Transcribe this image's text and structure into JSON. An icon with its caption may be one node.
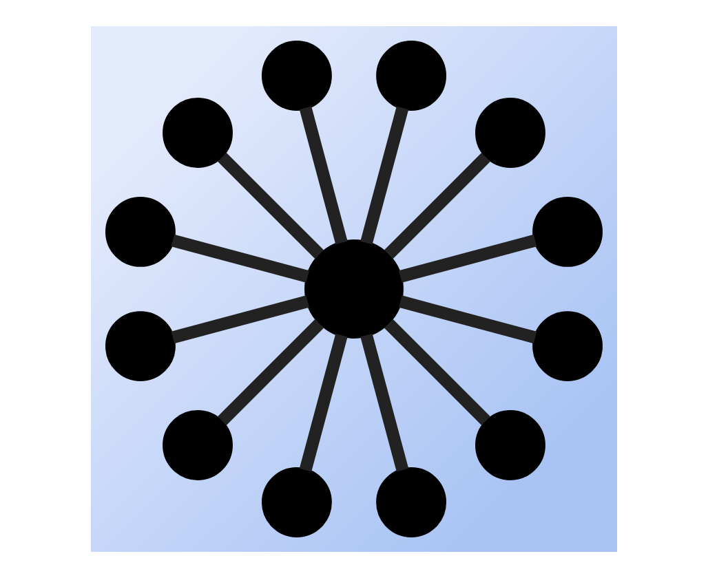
{
  "diagram": {
    "nodes": [
      {
        "text": [],
        "shape": "circle"
      },
      {
        "text": [],
        "shape": "circle"
      },
      {
        "text": [],
        "shape": "circle"
      },
      {
        "text": [],
        "shape": "circle"
      },
      {
        "text": [],
        "shape": "circle"
      },
      {
        "text": [],
        "shape": "circle"
      },
      {
        "text": [],
        "shape": "circle"
      },
      {
        "text": [],
        "shape": "circle"
      },
      {
        "text": [],
        "shape": "circle"
      },
      {
        "text": [],
        "shape": "circle"
      },
      {
        "text": [],
        "shape": "circle"
      },
      {
        "text": [],
        "shape": "circle"
      },
      {
        "text": [],
        "shape": "circle"
      }
    ],
    "edges": [
      {
        "from": 0,
        "to": 1,
        "arrow": "none"
      },
      {
        "from": 0,
        "to": 2,
        "arrow": "none"
      },
      {
        "from": 0,
        "to": 3,
        "arrow": "none"
      },
      {
        "from": 0,
        "to": 4,
        "arrow": "none"
      },
      {
        "from": 0,
        "to": 5,
        "arrow": "none"
      },
      {
        "from": 0,
        "to": 6,
        "arrow": "none"
      },
      {
        "from": 0,
        "to": 7,
        "arrow": "none"
      },
      {
        "from": 0,
        "to": 8,
        "arrow": "none"
      },
      {
        "from": 0,
        "to": 9,
        "arrow": "none"
      },
      {
        "from": 0,
        "to": 10,
        "arrow": "none"
      },
      {
        "from": 0,
        "to": 11,
        "arrow": "none"
      },
      {
        "from": 0,
        "to": 12,
        "arrow": "none"
      }
    ]
  }
}
